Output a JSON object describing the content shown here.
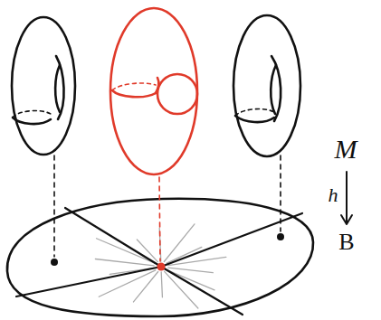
{
  "diagram": {
    "labels": [
      "M",
      "h",
      "B"
    ]
  }
}
